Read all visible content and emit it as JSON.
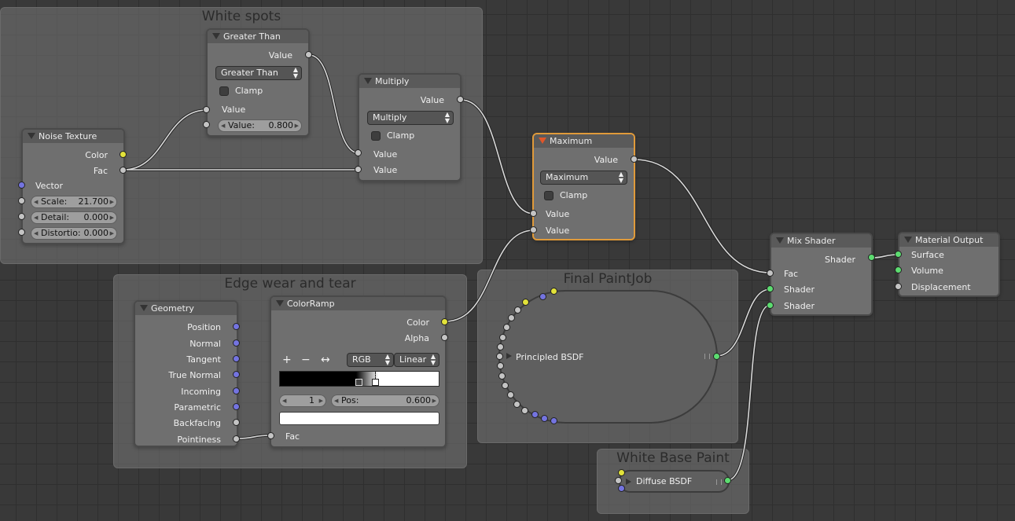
{
  "frames": {
    "white_spots": "White spots",
    "edge_wear": "Edge wear and tear",
    "final_paintjob": "Final PaintJob",
    "white_base": "White Base Paint"
  },
  "noise_texture": {
    "title": "Noise Texture",
    "out_color": "Color",
    "out_fac": "Fac",
    "in_vector": "Vector",
    "scale_label": "Scale:",
    "scale_value": "21.700",
    "detail_label": "Detail:",
    "detail_value": "0.000",
    "distortion_label": "Distortio:",
    "distortion_value": "0.000"
  },
  "greater_than": {
    "title": "Greater Than",
    "out_value": "Value",
    "operation": "Greater Than",
    "clamp": "Clamp",
    "in_value1": "Value",
    "value_label": "Value:",
    "value_value": "0.800"
  },
  "multiply": {
    "title": "Multiply",
    "out_value": "Value",
    "operation": "Multiply",
    "clamp": "Clamp",
    "in_value1": "Value",
    "in_value2": "Value"
  },
  "maximum": {
    "title": "Maximum",
    "out_value": "Value",
    "operation": "Maximum",
    "clamp": "Clamp",
    "in_value1": "Value",
    "in_value2": "Value"
  },
  "geometry": {
    "title": "Geometry",
    "outputs": [
      "Position",
      "Normal",
      "Tangent",
      "True Normal",
      "Incoming",
      "Parametric",
      "Backfacing",
      "Pointiness"
    ]
  },
  "color_ramp": {
    "title": "ColorRamp",
    "out_color": "Color",
    "out_alpha": "Alpha",
    "color_mode": "RGB",
    "interpolation": "Linear",
    "add_icon": "plus-icon",
    "remove_icon": "minus-icon",
    "flip_icon": "flip-arrows-icon",
    "stop_index": "1",
    "pos_label": "Pos:",
    "pos_value": "0.600",
    "in_fac": "Fac"
  },
  "principled": {
    "title": "Principled BSDF"
  },
  "diffuse": {
    "title": "Diffuse BSDF"
  },
  "mix_shader": {
    "title": "Mix Shader",
    "out_shader": "Shader",
    "in_fac": "Fac",
    "in_shader1": "Shader",
    "in_shader2": "Shader"
  },
  "material_output": {
    "title": "Material Output",
    "in_surface": "Surface",
    "in_volume": "Volume",
    "in_displacement": "Displacement"
  },
  "colors": {
    "socket_float": "#c4c4c4",
    "socket_color": "#e2e23a",
    "socket_vector": "#7474e0",
    "socket_shader": "#5cdc70",
    "active_border": "#e09a3a"
  }
}
